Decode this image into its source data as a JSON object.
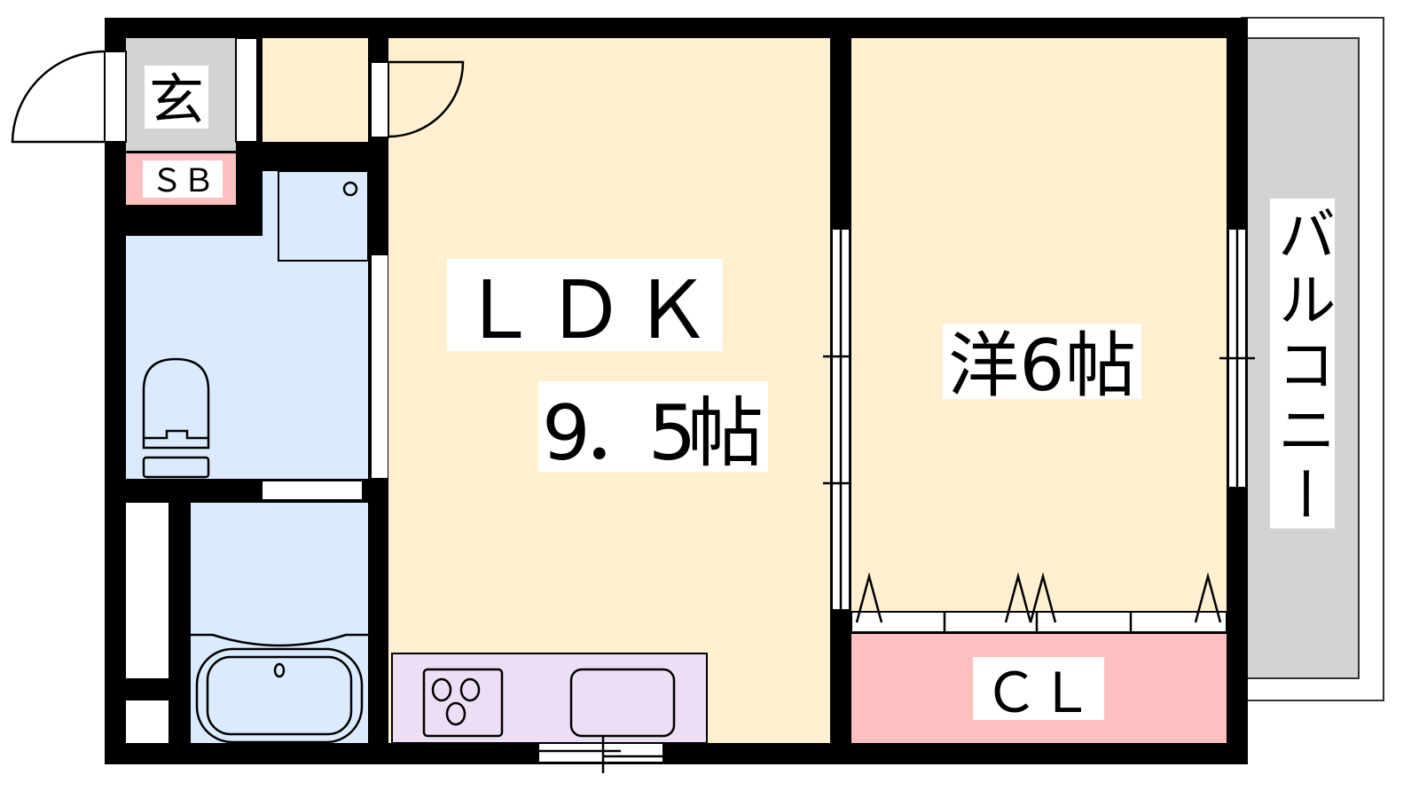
{
  "floorplan": {
    "rooms": {
      "entrance": {
        "label": "玄"
      },
      "shoe_box": {
        "label": "ＳＢ"
      },
      "ldk": {
        "label": "ＬＤＫ",
        "size": "9．5帖"
      },
      "western_room": {
        "label": "洋6帖"
      },
      "closet": {
        "label": "ＣＬ"
      },
      "balcony": {
        "label": "バルコニー"
      }
    },
    "colors": {
      "wall": "#000000",
      "living": "#fef0d0",
      "wet_area": "#dbebfd",
      "entrance": "#d3d3d3",
      "storage": "#fdc0c0",
      "kitchen": "#ecdef5",
      "balcony": "#d3d3d3"
    }
  }
}
